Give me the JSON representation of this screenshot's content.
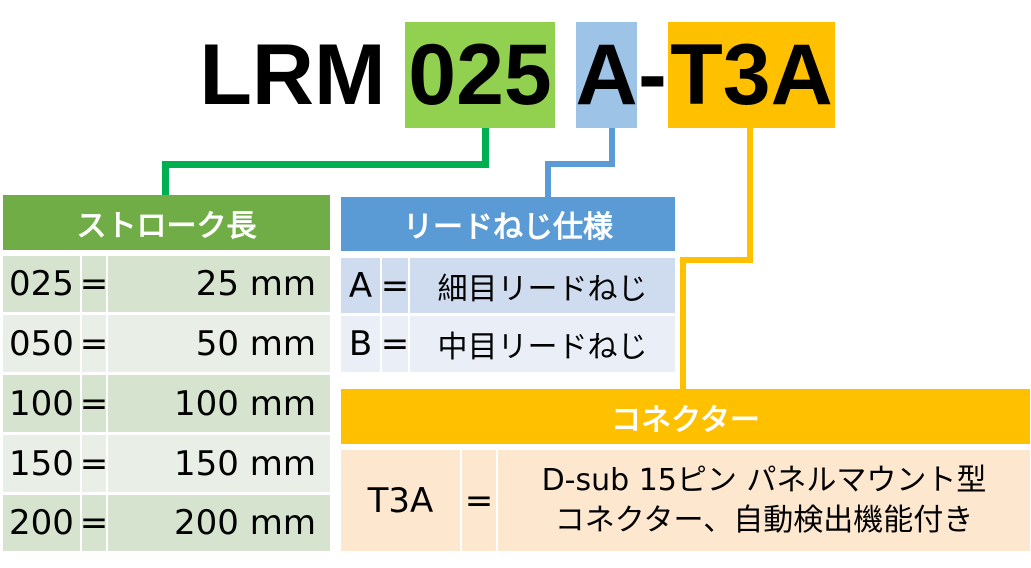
{
  "model": {
    "prefix": "LRM",
    "stroke": "025",
    "lead": "A",
    "dash": "-",
    "connector": "T3A"
  },
  "colors": {
    "green": "#92D050",
    "blue": "#9DC3E6",
    "orange": "#FFC000"
  },
  "stroke_table": {
    "title": "ストローク長",
    "eq": "=",
    "rows": [
      {
        "code": "025",
        "value": "25 mm"
      },
      {
        "code": "050",
        "value": "50 mm"
      },
      {
        "code": "100",
        "value": "100 mm"
      },
      {
        "code": "150",
        "value": "150 mm"
      },
      {
        "code": "200",
        "value": "200 mm"
      }
    ]
  },
  "lead_table": {
    "title": "リードねじ仕様",
    "eq": "=",
    "rows": [
      {
        "code": "A",
        "value": "細目リードねじ"
      },
      {
        "code": "B",
        "value": "中目リードねじ"
      }
    ]
  },
  "connector_table": {
    "title": "コネクター",
    "eq": "=",
    "rows": [
      {
        "code": "T3A",
        "line1": "D-sub 15ピン パネルマウント型",
        "line2": "コネクター、自動検出機能付き"
      }
    ]
  }
}
